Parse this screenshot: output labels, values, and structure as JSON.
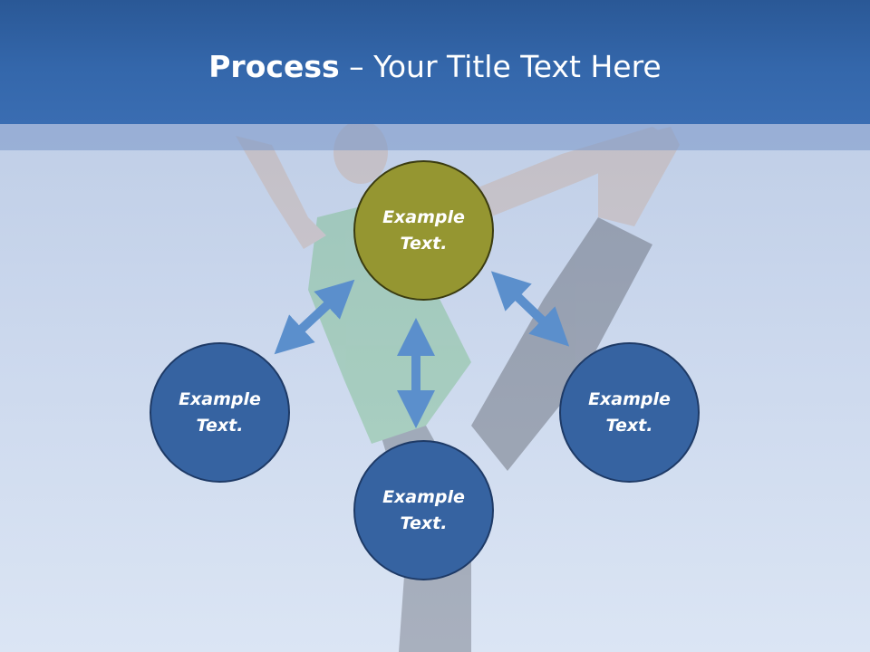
{
  "slide": {
    "title_bold": "Process",
    "title_rest": " – Your Title Text Here"
  },
  "nodes": [
    {
      "line1": "Example",
      "line2": "Text.",
      "color": "#959631"
    },
    {
      "line1": "Example",
      "line2": "Text.",
      "color": "#3663a1"
    },
    {
      "line1": "Example",
      "line2": "Text.",
      "color": "#3663a1"
    },
    {
      "line1": "Example",
      "line2": "Text.",
      "color": "#3663a1"
    }
  ],
  "colors": {
    "header": "#3467ab",
    "arrow": "#5b8fcc",
    "background": "#c9d6ec"
  }
}
